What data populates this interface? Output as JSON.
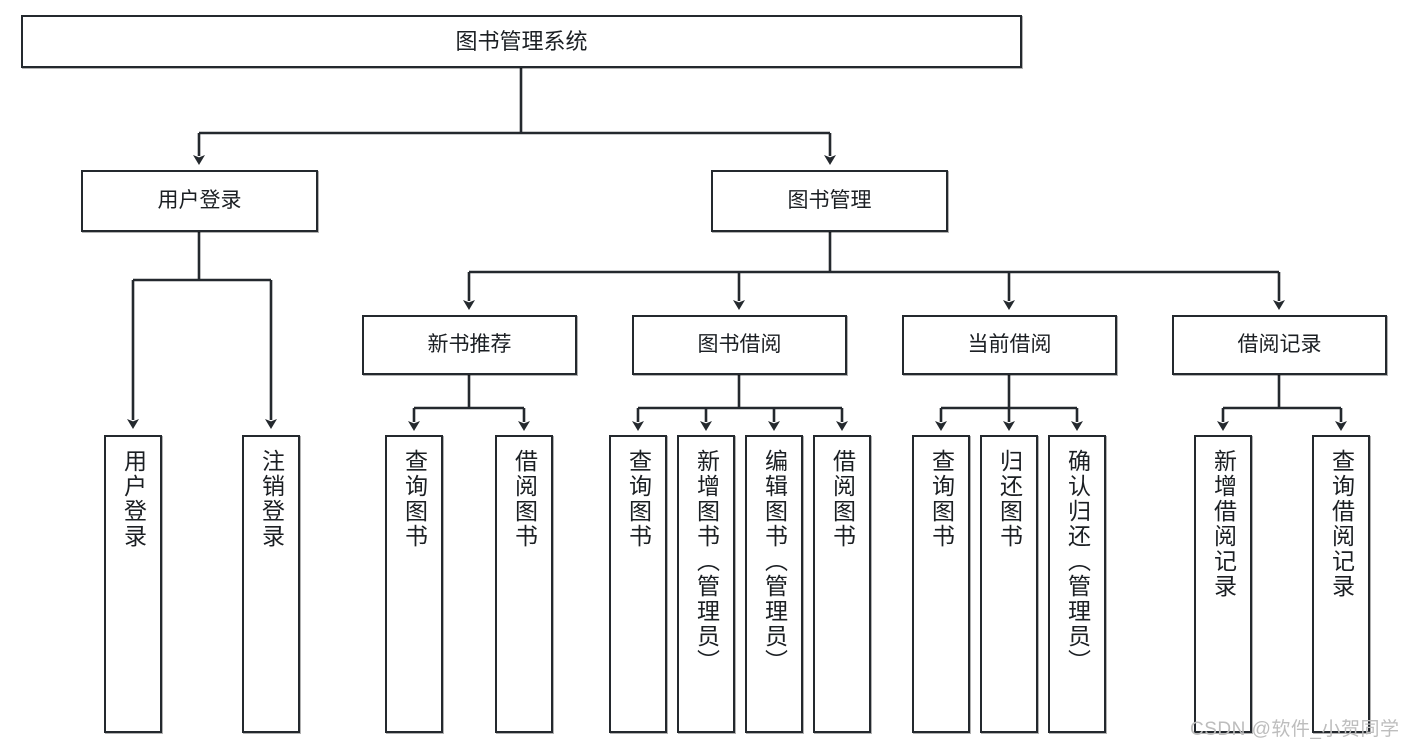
{
  "diagram": {
    "type": "tree-hierarchy",
    "title": "图书管理系统",
    "watermark": "CSDN @软件_小贺同学",
    "colors": {
      "box_border": "#24292e",
      "box_fill": "#ffffff",
      "connector": "#24292e",
      "watermark": "#bdbdbd",
      "background": "#ffffff"
    },
    "nodes": {
      "root": {
        "label": "图书管理系统"
      },
      "level2": [
        {
          "id": "user-login",
          "label": "用户登录"
        },
        {
          "id": "book-manage",
          "label": "图书管理"
        }
      ],
      "level3": [
        {
          "id": "new-book-recommend",
          "label": "新书推荐"
        },
        {
          "id": "book-borrow",
          "label": "图书借阅"
        },
        {
          "id": "current-borrow",
          "label": "当前借阅"
        },
        {
          "id": "borrow-record",
          "label": "借阅记录"
        }
      ],
      "leaves": {
        "user-login": [
          {
            "id": "leaf-user-login",
            "label": "用户登录"
          },
          {
            "id": "leaf-logout",
            "label": "注销登录"
          }
        ],
        "new-book-recommend": [
          {
            "id": "leaf-query-book-1",
            "label": "查询图书"
          },
          {
            "id": "leaf-borrow-book-1",
            "label": "借阅图书"
          }
        ],
        "book-borrow": [
          {
            "id": "leaf-query-book-2",
            "label": "查询图书"
          },
          {
            "id": "leaf-add-book",
            "label": "新增图书（管理员）"
          },
          {
            "id": "leaf-edit-book",
            "label": "编辑图书（管理员）"
          },
          {
            "id": "leaf-borrow-book-2",
            "label": "借阅图书"
          }
        ],
        "current-borrow": [
          {
            "id": "leaf-query-book-3",
            "label": "查询图书"
          },
          {
            "id": "leaf-return-book",
            "label": "归还图书"
          },
          {
            "id": "leaf-confirm-return",
            "label": "确认归还（管理员）"
          }
        ],
        "borrow-record": [
          {
            "id": "leaf-add-record",
            "label": "新增借阅记录"
          },
          {
            "id": "leaf-query-record",
            "label": "查询借阅记录"
          }
        ]
      }
    }
  }
}
